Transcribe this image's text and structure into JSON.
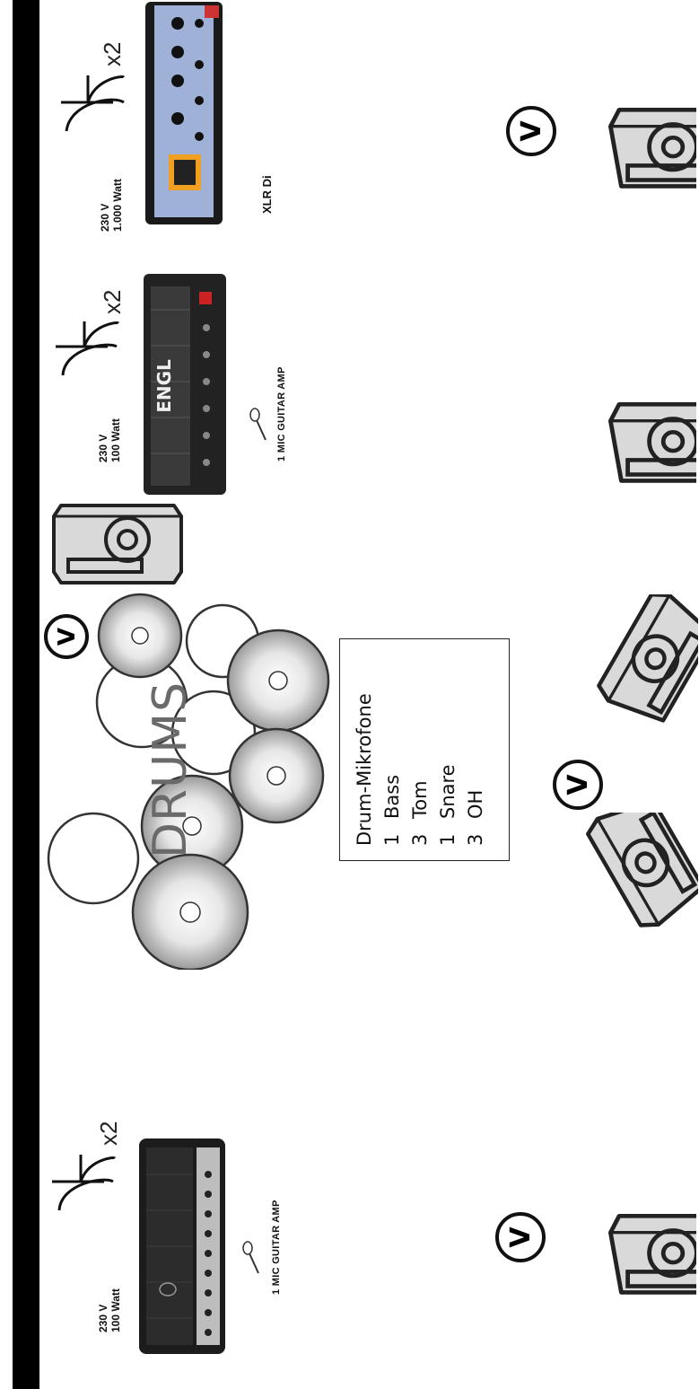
{
  "amps": [
    {
      "power_voltage": "230 V",
      "power_watt": "100 Watt",
      "multiplier": "x2",
      "mic": "1 MIC GUITAR AMP"
    },
    {
      "power_voltage": "230 V",
      "power_watt": "100 Watt",
      "multiplier": "x2",
      "mic": "1 MIC GUITAR AMP",
      "brand": "ENGL"
    },
    {
      "power_voltage": "230 V",
      "power_watt": "1.000  Watt",
      "multiplier": "x2",
      "di": "XLR Di"
    }
  ],
  "drums": {
    "label": "DRUMS",
    "mics_title": "Drum-Mikrofone",
    "mics": [
      {
        "count": "1",
        "name": "Bass"
      },
      {
        "count": "3",
        "name": "Tom"
      },
      {
        "count": "1",
        "name": "Snare"
      },
      {
        "count": "3",
        "name": "OH"
      }
    ]
  },
  "vocal_marker": "V",
  "colors": {
    "stage_bar": "#000000",
    "monitor": "#d9d9d9",
    "outline": "#222222"
  }
}
